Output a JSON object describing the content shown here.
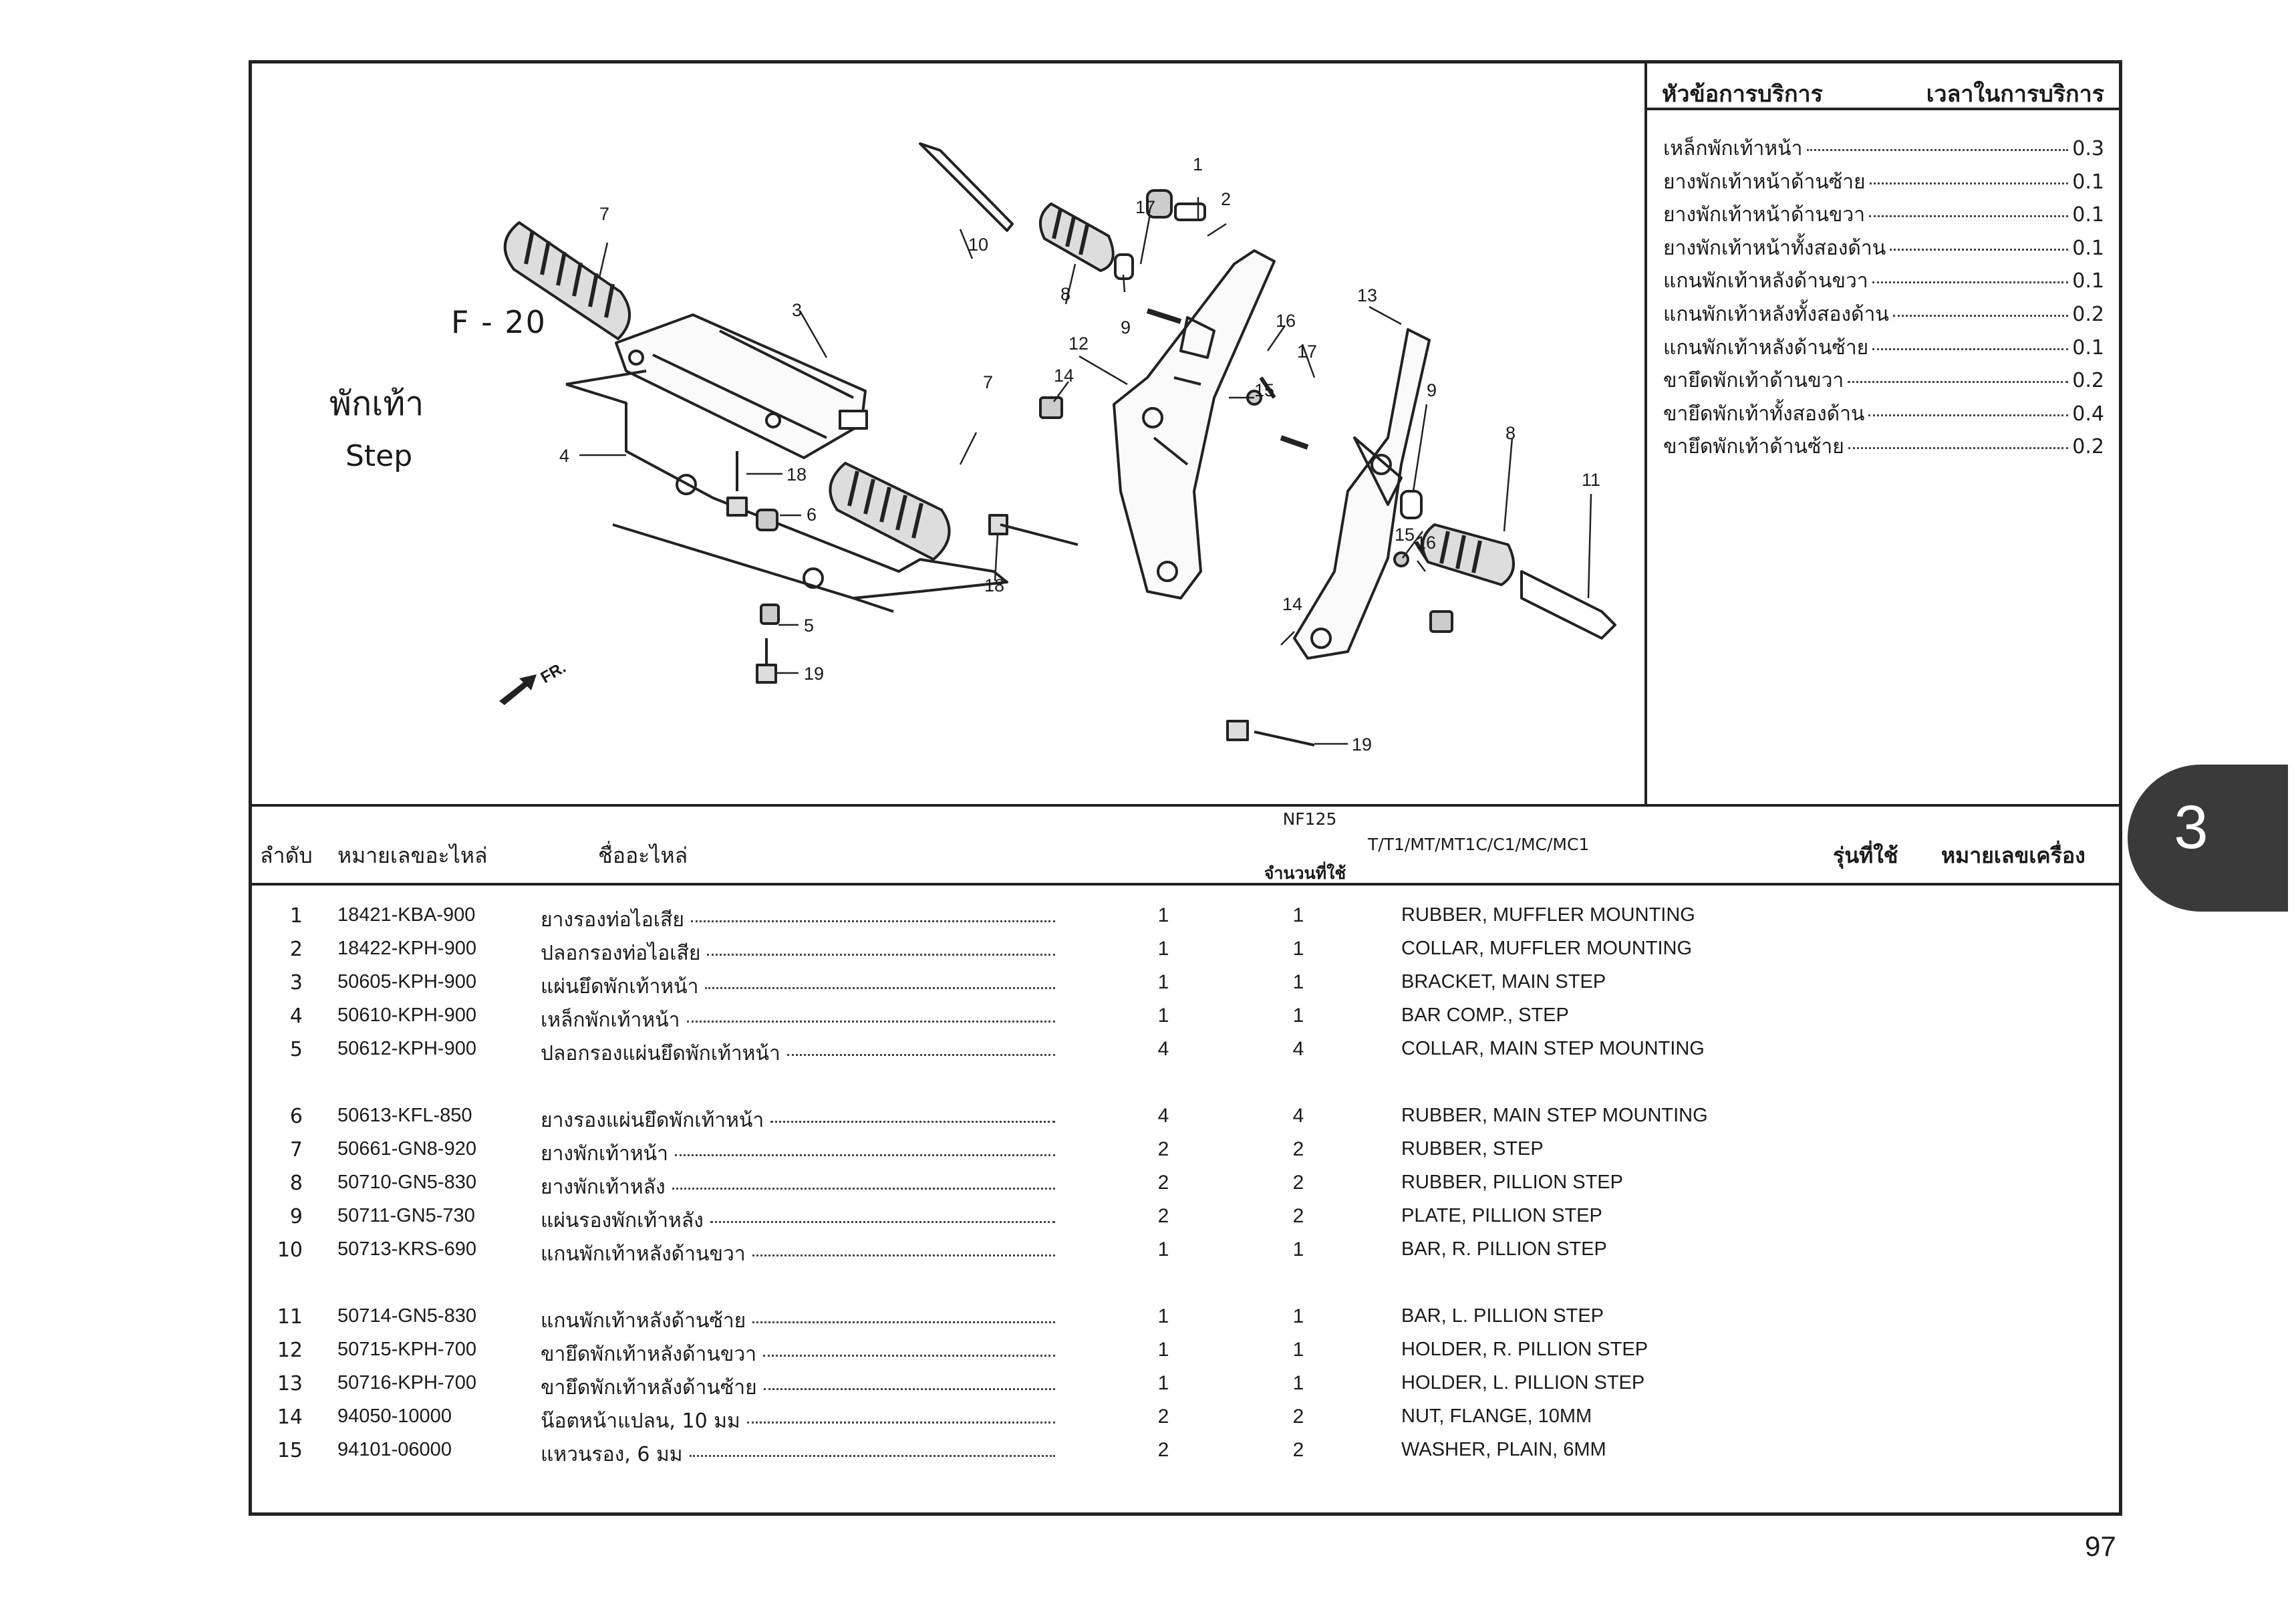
{
  "section": {
    "code": "F - 20",
    "title_th": "พักเท้า",
    "title_en": "Step",
    "direction_label": "FR."
  },
  "service": {
    "header_left": "หัวข้อการบริการ",
    "header_right": "เวลาในการบริการ",
    "items": [
      {
        "name": "เหล็กพักเท้าหน้า",
        "time": "0.3"
      },
      {
        "name": "ยางพักเท้าหน้าด้านซ้าย",
        "time": "0.1"
      },
      {
        "name": "ยางพักเท้าหน้าด้านขวา",
        "time": "0.1"
      },
      {
        "name": "ยางพักเท้าหน้าทั้งสองด้าน",
        "time": "0.1"
      },
      {
        "name": "แกนพักเท้าหลังด้านขวา",
        "time": "0.1"
      },
      {
        "name": "แกนพักเท้าหลังทั้งสองด้าน",
        "time": "0.2"
      },
      {
        "name": "แกนพักเท้าหลังด้านซ้าย",
        "time": "0.1"
      },
      {
        "name": "ขายึดพักเท้าด้านขวา",
        "time": "0.2"
      },
      {
        "name": "ขายึดพักเท้าทั้งสองด้าน",
        "time": "0.4"
      },
      {
        "name": "ขายึดพักเท้าด้านซ้าย",
        "time": "0.2"
      }
    ]
  },
  "diagram": {
    "callouts": [
      "1",
      "2",
      "17",
      "10",
      "8",
      "9",
      "7",
      "3",
      "12",
      "16",
      "17",
      "15",
      "14",
      "13",
      "9",
      "7",
      "4",
      "18",
      "6",
      "18",
      "8",
      "11",
      "15",
      "16",
      "5",
      "19",
      "14",
      "19"
    ]
  },
  "table": {
    "headers": {
      "no": "ลำดับ",
      "part_no": "หมายเลขอะไหล่",
      "name": "ชื่ออะไหล่",
      "model": "NF125",
      "model_col1": "T/T1/MT/MT1",
      "model_col2": "C/C1/MC/MC1",
      "qty": "จำนวนที่ใช้",
      "used_in": "รุ่นที่ใช้",
      "engine_no": "หมายเลขเครื่อง"
    },
    "rows": [
      {
        "no": "1",
        "part": "18421-KBA-900",
        "name_th": "ยางรองท่อไอเสีย",
        "q1": "1",
        "q2": "1",
        "name_en": "RUBBER, MUFFLER MOUNTING"
      },
      {
        "no": "2",
        "part": "18422-KPH-900",
        "name_th": "ปลอกรองท่อไอเสีย",
        "q1": "1",
        "q2": "1",
        "name_en": "COLLAR, MUFFLER MOUNTING"
      },
      {
        "no": "3",
        "part": "50605-KPH-900",
        "name_th": "แผ่นยึดพักเท้าหน้า",
        "q1": "1",
        "q2": "1",
        "name_en": "BRACKET, MAIN STEP"
      },
      {
        "no": "4",
        "part": "50610-KPH-900",
        "name_th": "เหล็กพักเท้าหน้า",
        "q1": "1",
        "q2": "1",
        "name_en": "BAR COMP., STEP"
      },
      {
        "no": "5",
        "part": "50612-KPH-900",
        "name_th": "ปลอกรองแผ่นยึดพักเท้าหน้า",
        "q1": "4",
        "q2": "4",
        "name_en": "COLLAR, MAIN STEP MOUNTING"
      },
      {
        "no": "6",
        "part": "50613-KFL-850",
        "name_th": "ยางรองแผ่นยึดพักเท้าหน้า",
        "q1": "4",
        "q2": "4",
        "name_en": "RUBBER, MAIN STEP MOUNTING"
      },
      {
        "no": "7",
        "part": "50661-GN8-920",
        "name_th": "ยางพักเท้าหน้า",
        "q1": "2",
        "q2": "2",
        "name_en": "RUBBER, STEP"
      },
      {
        "no": "8",
        "part": "50710-GN5-830",
        "name_th": "ยางพักเท้าหลัง",
        "q1": "2",
        "q2": "2",
        "name_en": "RUBBER, PILLION STEP"
      },
      {
        "no": "9",
        "part": "50711-GN5-730",
        "name_th": "แผ่นรองพักเท้าหลัง",
        "q1": "2",
        "q2": "2",
        "name_en": "PLATE, PILLION STEP"
      },
      {
        "no": "10",
        "part": "50713-KRS-690",
        "name_th": "แกนพักเท้าหลังด้านขวา",
        "q1": "1",
        "q2": "1",
        "name_en": "BAR, R. PILLION STEP"
      },
      {
        "no": "11",
        "part": "50714-GN5-830",
        "name_th": "แกนพักเท้าหลังด้านซ้าย",
        "q1": "1",
        "q2": "1",
        "name_en": "BAR, L. PILLION STEP"
      },
      {
        "no": "12",
        "part": "50715-KPH-700",
        "name_th": "ขายึดพักเท้าหลังด้านขวา",
        "q1": "1",
        "q2": "1",
        "name_en": "HOLDER, R. PILLION STEP"
      },
      {
        "no": "13",
        "part": "50716-KPH-700",
        "name_th": "ขายึดพักเท้าหลังด้านซ้าย",
        "q1": "1",
        "q2": "1",
        "name_en": "HOLDER, L. PILLION STEP"
      },
      {
        "no": "14",
        "part": "94050-10000",
        "name_th": "น๊อตหน้าแปลน, 10 มม",
        "q1": "2",
        "q2": "2",
        "name_en": "NUT, FLANGE, 10MM"
      },
      {
        "no": "15",
        "part": "94101-06000",
        "name_th": "แหวนรอง, 6 มม",
        "q1": "2",
        "q2": "2",
        "name_en": "WASHER, PLAIN, 6MM"
      }
    ]
  },
  "chapter_tab": "3",
  "page_number": "97"
}
